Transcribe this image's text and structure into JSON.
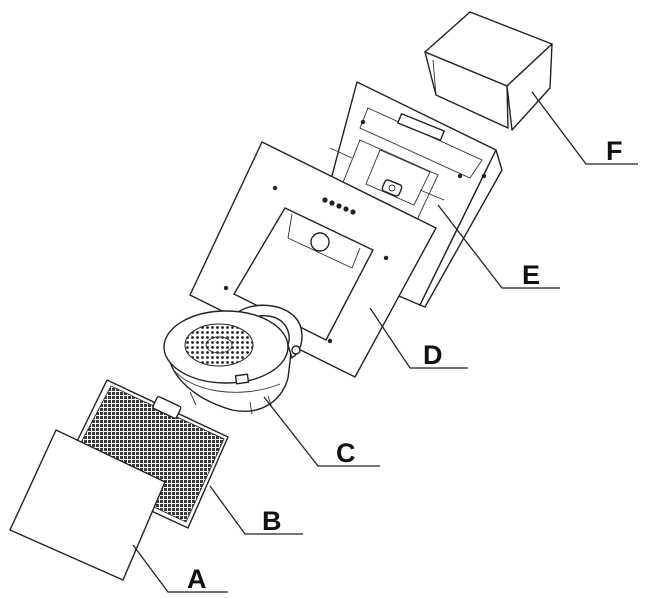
{
  "labels": {
    "A": "A",
    "B": "B",
    "C": "C",
    "D": "D",
    "E": "E",
    "F": "F"
  },
  "colors": {
    "stroke": "#222222",
    "background": "#ffffff",
    "mesh": "#3a3a3a"
  }
}
